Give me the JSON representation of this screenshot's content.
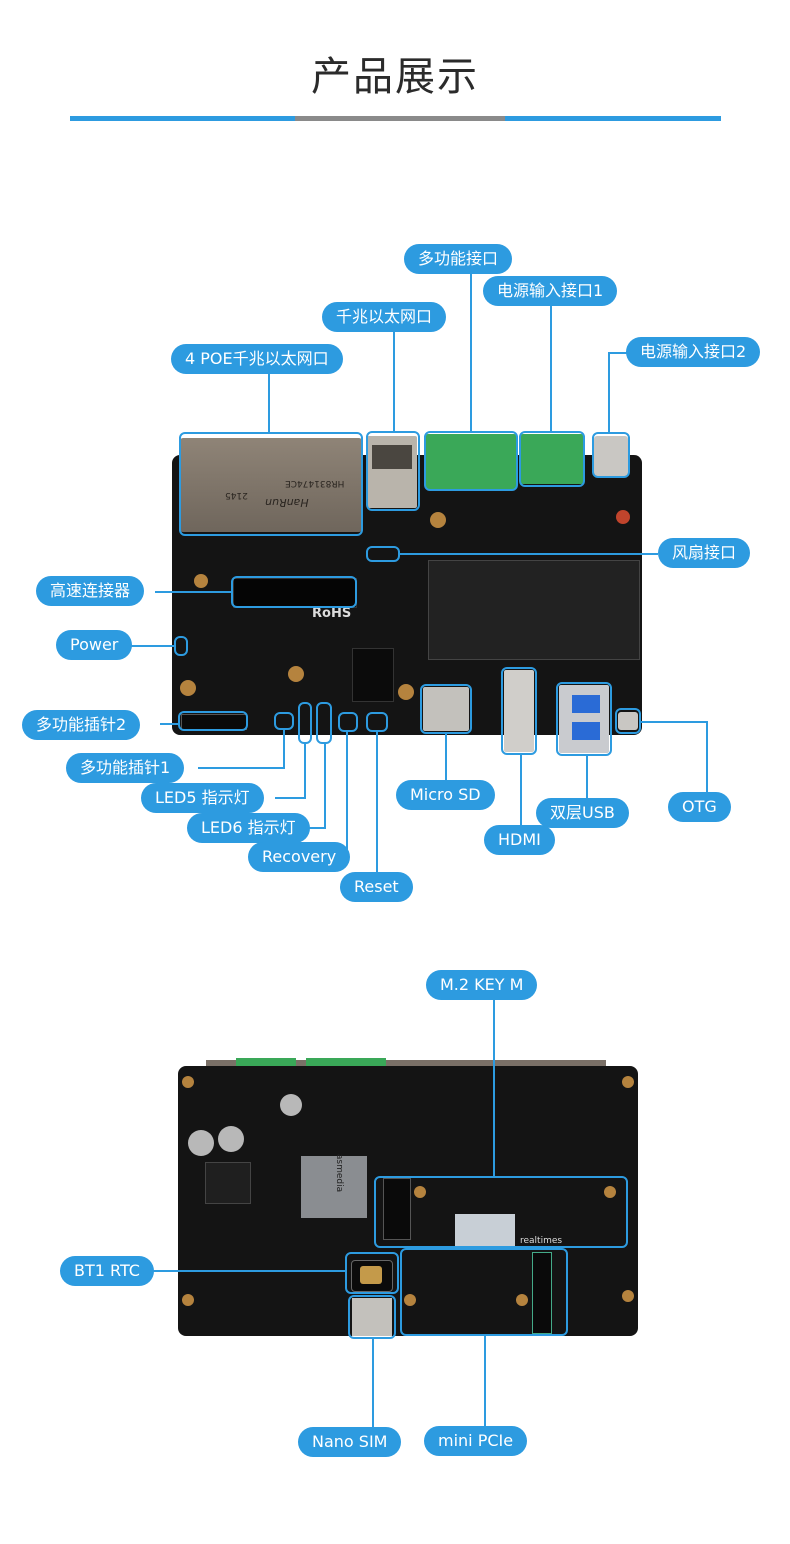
{
  "header": {
    "title": "产品展示"
  },
  "top_board": {
    "labels": {
      "multi_interface": "多功能接口",
      "power_in_1": "电源输入接口1",
      "gigabit_eth": "千兆以太网口",
      "power_in_2": "电源输入接口2",
      "poe_eth": "4 POE千兆以太网口",
      "fan": "风扇接口",
      "hs_connector": "高速连接器",
      "power": "Power",
      "multi_header_2": "多功能插针2",
      "multi_header_1": "多功能插针1",
      "led5": "LED5 指示灯",
      "led6": "LED6 指示灯",
      "recovery": "Recovery",
      "reset": "Reset",
      "micro_sd": "Micro SD",
      "hdmi": "HDMI",
      "dual_usb": "双层USB",
      "otg": "OTG"
    },
    "silkscreen": {
      "rohs": "RoHS",
      "hanrun": "HanRun",
      "part_no": "HR831474CE",
      "lot": "2145"
    }
  },
  "bottom_board": {
    "labels": {
      "m2": "M.2 KEY M",
      "rtc": "BT1 RTC",
      "nano_sim": "Nano SIM",
      "mini_pcie": "mini PCIe"
    },
    "silkscreen": {
      "soc_brand": "asmedia",
      "brand": "realtimes"
    }
  },
  "colors": {
    "accent": "#2d9be0",
    "pcb": "#141414",
    "terminal": "#3aa858",
    "divider": "#8a8a8a"
  }
}
